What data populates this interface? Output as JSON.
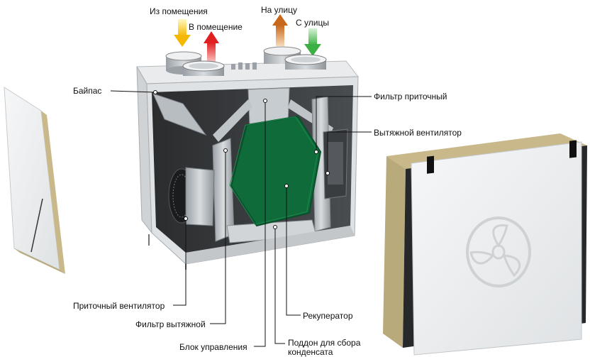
{
  "airflow_labels": {
    "from_room": "Из помещения",
    "to_room": "В помещение",
    "to_outside": "На улицу",
    "from_outside": "С улицы"
  },
  "callouts": {
    "bypass": "Байпас",
    "supply_filter": "Фильтр приточный",
    "exhaust_fan": "Вытяжной вентилятор",
    "supply_fan": "Приточный вентилятор",
    "exhaust_filter": "Фильтр вытяжной",
    "recuperator": "Рекуператор",
    "control_block": "Блок управления",
    "condensate_tray_line1": "Поддон для сбора",
    "condensate_tray_line2": "конденсата"
  },
  "colors": {
    "arrow_from_room": "#f5b800",
    "arrow_to_room": "#e02020",
    "arrow_to_outside": "#d9781f",
    "arrow_from_outside": "#3cb043",
    "heat_exchanger": "#0f6b3a",
    "panel": "#eef0f1",
    "insulation": "#c9b98a"
  }
}
